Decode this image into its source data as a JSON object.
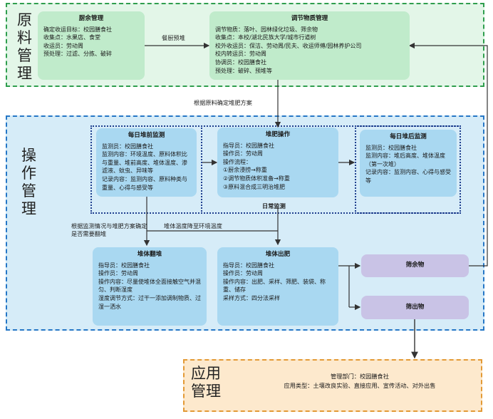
{
  "raw": {
    "title": [
      "原",
      "料",
      "管",
      "理"
    ],
    "canteen": {
      "title": "厨余管理",
      "lines": [
        "确定收运目标：校园膳食社",
        "收集点：水果店、食堂",
        "收运员：劳动周",
        "预处理：过滤、分拣、破碎"
      ]
    },
    "regulate": {
      "title": "调节物质管理",
      "lines": [
        "调节物质：落叶、园林绿化垃圾、筛余物",
        "收集点：本校/湖北民族大学/城市行道树",
        "校外收运员：保洁、劳动周/民夫、收运师傅/园林养护公司",
        "校内转运员：劳动周",
        "协调员：校园膳食社",
        "预处理：破碎、预堆等"
      ]
    },
    "arrow_label": "餐厨预堆"
  },
  "link_label": "根据原料确定堆肥方案",
  "ops": {
    "title": [
      "操",
      "作",
      "管",
      "理"
    ],
    "pre": {
      "title": "每日堆前监测",
      "lines": [
        "监测员：校园膳食社",
        "监测内容：环境温度、原料体积比与重量、堆前高度、堆体温度、渗滤液、蚊虫、异味等",
        "记录内容：监测内容、原料种类与重量、心得与感受等"
      ]
    },
    "compost": {
      "title": "堆肥操作",
      "lines": [
        "指导员：校园膳食社",
        "操作员：劳动周",
        "操作流程：",
        "①厨余浸捞→称重",
        "②调节物质体积准备→称重",
        "③原料混合成三明治堆肥"
      ]
    },
    "post": {
      "title": "每日堆后监测",
      "lines": [
        "监测员：校园膳食社",
        "监测内容：堆后高度、堆体温度（第一次堆）",
        "记录内容：监测内容、心得与感受等"
      ]
    },
    "daily_label": "日常监测",
    "turn_label": "根据监测情况与堆肥方案确定是否需要翻堆",
    "cool_label": "堆体温度降至环境温度",
    "turn": {
      "title": "堆体翻堆",
      "lines": [
        "指导员：校园膳食社",
        "操作员：劳动周",
        "操作内容：尽量使堆体全面接触空气并混匀、判断湿度",
        "湿度调节方式：过干一添加调制物质、过湿一洒水"
      ]
    },
    "output": {
      "title": "堆体出肥",
      "lines": [
        "指导员：校园膳食社",
        "操作员：劳动周",
        "操作内容：出肥、采样、筛肥、装袋、称重、储存",
        "采样方式：四分法采样"
      ]
    },
    "residue": "筛余物",
    "screened": "筛出物"
  },
  "app": {
    "title": [
      "应用",
      "管理"
    ],
    "lines": [
      "管理部门：校园膳食社",
      "应用类型：土壤改良实验、直接应用、宣传活动、对外出售"
    ]
  }
}
